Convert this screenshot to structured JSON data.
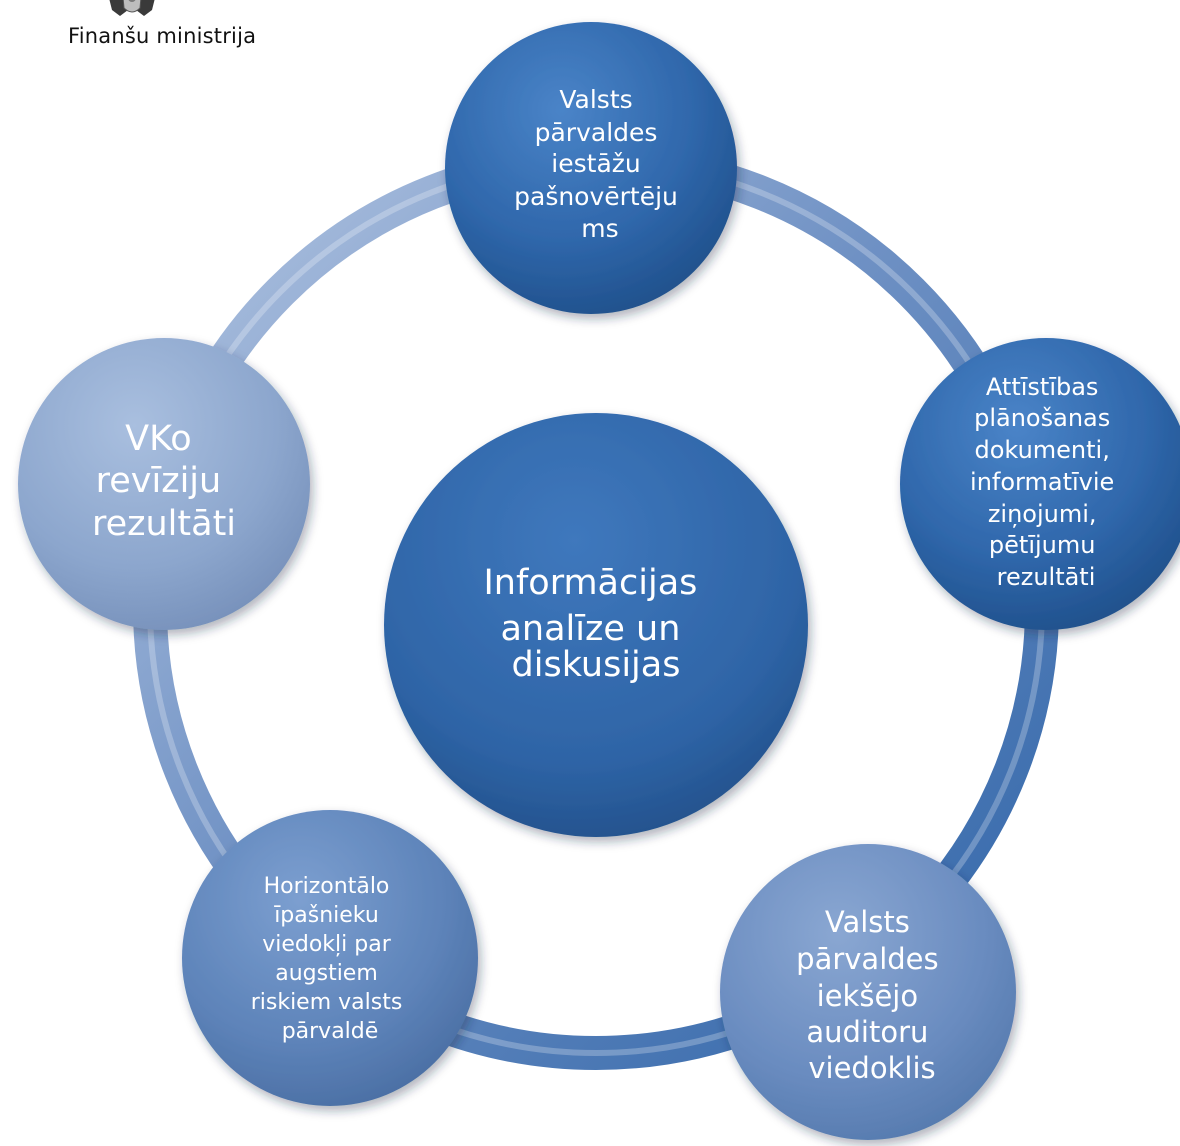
{
  "header": {
    "org_name": "Finanšu ministrija"
  },
  "diagram": {
    "center": {
      "lines": [
        "Informācijas",
        "analīze un",
        "diskusijas"
      ]
    },
    "nodes": [
      {
        "id": "top",
        "lines": [
          "Valsts",
          "pārvaldes",
          "iestāžu",
          "pašnovērtēju",
          "ms"
        ]
      },
      {
        "id": "right",
        "lines": [
          "Attīstības",
          "plānošanas",
          "dokumenti,",
          "informatīvie",
          "ziņojumi,",
          "pētījumu",
          "rezultāti"
        ]
      },
      {
        "id": "bottom-right",
        "lines": [
          "Valsts",
          "pārvaldes",
          "iekšējo",
          "auditoru",
          "viedoklis"
        ]
      },
      {
        "id": "bottom-left",
        "lines": [
          "Horizontālo",
          "īpašnieku",
          "viedokļi par",
          "augstiem",
          "riskiem valsts",
          "pārvaldē"
        ]
      },
      {
        "id": "left",
        "lines": [
          "VKo",
          "revīziju",
          "rezultāti"
        ]
      }
    ],
    "colors": {
      "dark": "#2f67ab",
      "mid": "#5b82b8",
      "light": "#8ea8cf",
      "ring_light": "#a6bcdb"
    }
  }
}
